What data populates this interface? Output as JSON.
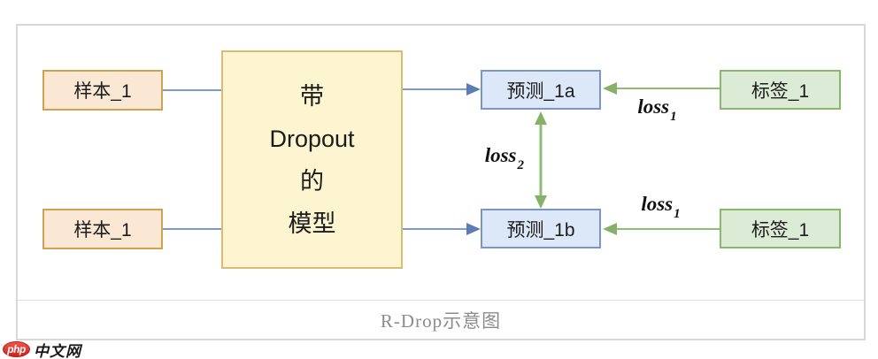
{
  "caption": "R-Drop示意图",
  "watermark": {
    "logo": "php",
    "site": "中文网"
  },
  "nodes": {
    "sample_top": "样本_1",
    "sample_bottom": "样本_1",
    "model_lines": [
      "带",
      "Dropout",
      "的",
      "模型"
    ],
    "pred_top": "预测_1a",
    "pred_bottom": "预测_1b",
    "label_top": "标签_1",
    "label_bottom": "标签_1"
  },
  "edges": {
    "loss1": {
      "word": "loss",
      "sub": "1"
    },
    "loss2": {
      "word": "loss",
      "sub": "2"
    }
  },
  "colors": {
    "sample_fill": "#fae8d4",
    "sample_border": "#d0a151",
    "model_fill": "#fdf4d0",
    "model_border": "#d6bd72",
    "pred_fill": "#dce7f8",
    "pred_border": "#7b95c6",
    "label_fill": "#dcebd5",
    "label_border": "#89b76c",
    "blue_line": "#7d9ac8",
    "blue_arrow": "#5d7cb5",
    "green_line": "#8fbc75",
    "green_arrow": "#85b267",
    "frame_border": "#d8d8d8",
    "caption_text": "#8c8c8c",
    "watermark_red": "#e23530"
  }
}
